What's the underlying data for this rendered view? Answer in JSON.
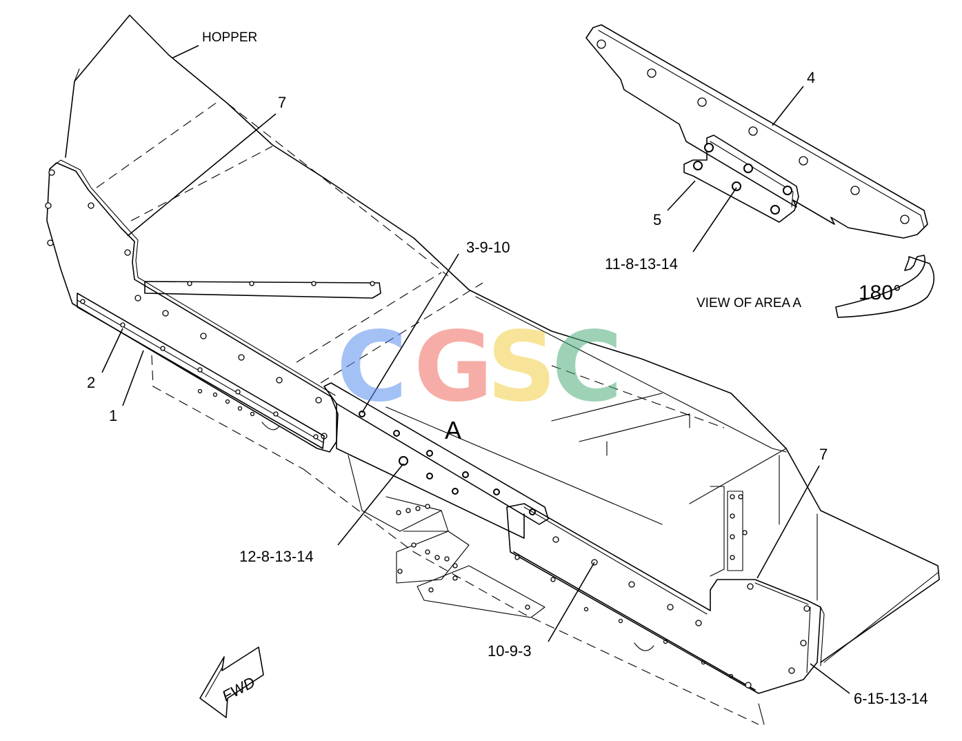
{
  "labels": {
    "hopper": "HOPPER",
    "part_7_top": "7",
    "part_3_9_10": "3-9-10",
    "part_2": "2",
    "part_1": "1",
    "area_a": "A",
    "part_12_8_13_14": "12-8-13-14",
    "part_7_right": "7",
    "part_10_9_3": "10-9-3",
    "part_6_15_13_14": "6-15-13-14",
    "part_4": "4",
    "part_5": "5",
    "part_11_8_13_14": "11-8-13-14",
    "view_of_area": "VIEW OF AREA A",
    "rotation": "180°",
    "fwd": "FWD"
  },
  "watermark": {
    "letters": [
      "C",
      "G",
      "S",
      "C"
    ],
    "colors": [
      "#5b8ff0",
      "#ef6b60",
      "#f4cf45",
      "#4fae7c"
    ]
  }
}
